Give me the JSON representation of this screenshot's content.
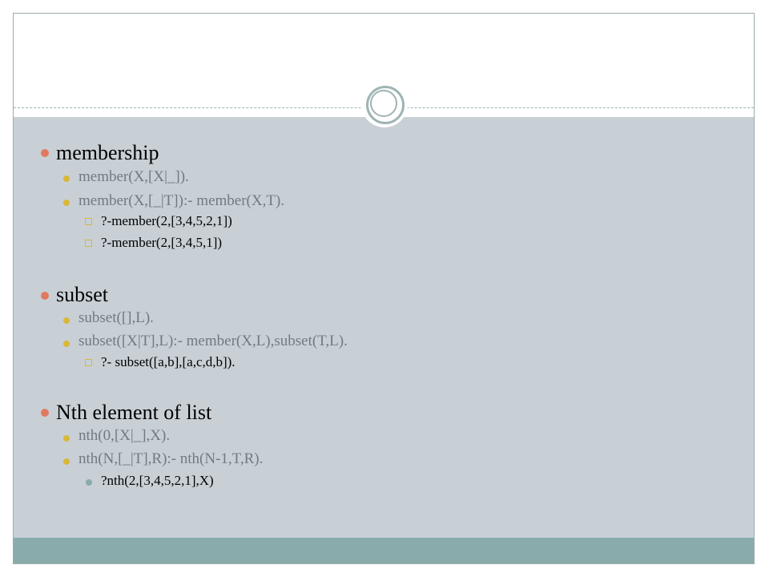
{
  "slide": {
    "sections": [
      {
        "heading": "membership",
        "lines": [
          "member(X,[X|_]).",
          "member(X,[_|T]):- member(X,T)."
        ],
        "queries": [
          "?-member(2,[3,4,5,2,1])",
          "?-member(2,[3,4,5,1])"
        ]
      },
      {
        "heading": "subset",
        "lines": [
          "subset([],L).",
          "subset([X|T],L):- member(X,L),subset(T,L)."
        ],
        "queries": [
          "?- subset([a,b],[a,c,d,b])."
        ]
      },
      {
        "heading": "Nth element of list",
        "lines": [
          "nth(0,[X|_],X).",
          "nth(N,[_|T],R):- nth(N-1,T,R)."
        ],
        "queries": [
          "?nth(2,[3,4,5,2,1],X)"
        ]
      }
    ]
  },
  "colors": {
    "body_panel": "#c8d0d6",
    "footer_bar": "#89abab",
    "level1_bullet": "#e07a5f",
    "level2_bullet": "#d9b73a",
    "level3_bullet": "#89abab",
    "level2_text": "#6f7b80"
  },
  "icons": {
    "level1_bullet": "filled-circle",
    "level2_bullet": "filled-circle",
    "query_bullet_square": "hollow-square",
    "query_bullet_dot": "filled-circle",
    "ornament": "double-ring-circle"
  }
}
